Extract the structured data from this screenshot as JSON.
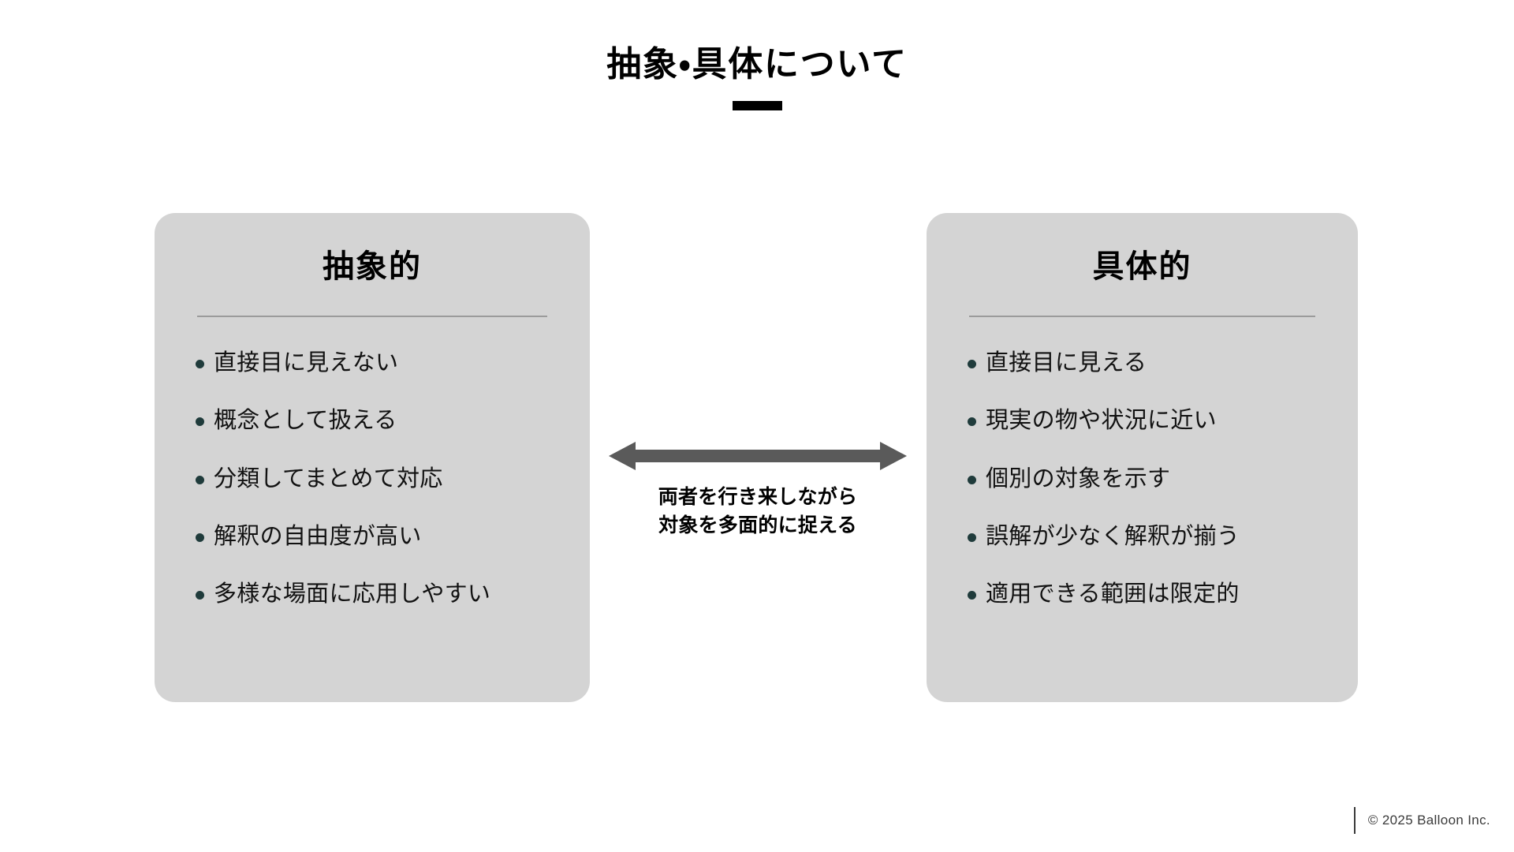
{
  "slide": {
    "title": "抽象・具体について",
    "background_color": "#ffffff",
    "accent_color": "#000000"
  },
  "cards": {
    "left": {
      "heading": "抽象的",
      "background_color": "#d4d4d4",
      "bullet_color": "#1f3b3b",
      "items": [
        "直接目に見えない",
        "概念として扱える",
        "分類してまとめて対応",
        "解釈の自由度が高い",
        "多様な場面に応用しやすい"
      ]
    },
    "right": {
      "heading": "具体的",
      "background_color": "#d4d4d4",
      "bullet_color": "#1f3b3b",
      "items": [
        "直接目に見える",
        "現実の物や状況に近い",
        "個別の対象を示す",
        "誤解が少なく解釈が揃う",
        "適用できる範囲は限定的"
      ]
    }
  },
  "connector": {
    "icon": "double-headed-horizontal-arrow",
    "color": "#5a5a5a",
    "caption_line1": "両者を行き来しながら",
    "caption_line2": "対象を多面的に捉える"
  },
  "footer": {
    "copyright": "© 2025 Balloon Inc."
  }
}
